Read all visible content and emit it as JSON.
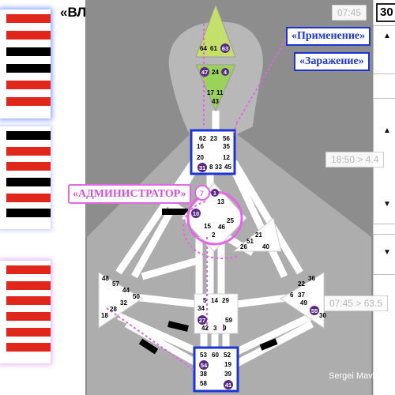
{
  "heading": "«ВЛИЯНИЕ»",
  "panel_number": "30",
  "time_top": "07:45",
  "time_mid": "18:50 > 4.4",
  "time_bottom": "07:45 > 63.5",
  "tag_application": "«Применение»",
  "tag_contagion": "«Заражение»",
  "tag_administrator": "«АДМИНИСТРАТОР»",
  "credit": "Sergei Mavlato",
  "arrows": {
    "up": "▲",
    "down": "▼"
  },
  "hexagrams": [
    [
      "red",
      "red",
      "black",
      "black",
      "red",
      "red"
    ],
    [
      "black",
      "red",
      "red",
      "black",
      "red",
      "black"
    ],
    [
      "red",
      "red",
      "red",
      "red",
      "red",
      "red"
    ]
  ],
  "centers": {
    "head": [
      "64",
      "61",
      "63"
    ],
    "ajna_top": [
      "47",
      "24",
      "4"
    ],
    "ajna_bottom": [
      "17",
      "11",
      "43"
    ],
    "throat": [
      "62",
      "23",
      "56",
      "16",
      "35",
      "20",
      "12",
      "31",
      "8",
      "33",
      "45"
    ],
    "g": [
      "1",
      "13",
      "7",
      "10",
      "25",
      "15",
      "46",
      "2"
    ],
    "ego": [
      "21",
      "51",
      "26",
      "40"
    ],
    "spleen": [
      "48",
      "57",
      "44",
      "50",
      "32",
      "28",
      "18"
    ],
    "sacral": [
      "5",
      "14",
      "29",
      "34",
      "27",
      "59",
      "42",
      "3",
      "9"
    ],
    "solar": [
      "36",
      "22",
      "6",
      "37",
      "49",
      "55",
      "30"
    ],
    "root": [
      "53",
      "60",
      "52",
      "54",
      "19",
      "38",
      "39",
      "58",
      "41"
    ]
  },
  "colors": {
    "accent_blue": "#1c33d6",
    "accent_pink": "#e366e7",
    "gate_dot": "#5b2a86",
    "head_center": "#c4e06a"
  }
}
